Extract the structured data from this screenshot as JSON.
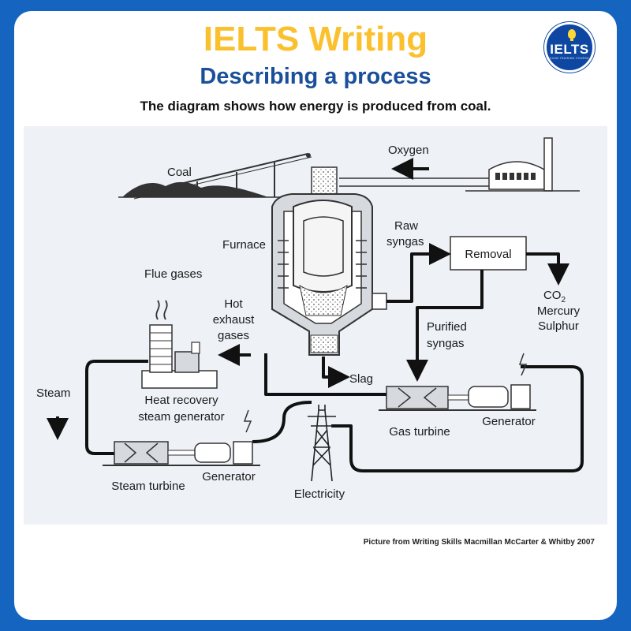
{
  "header": {
    "title": "IELTS Writing",
    "subtitle": "Describing a process",
    "description": "The diagram shows how energy is produced from coal."
  },
  "logo": {
    "text": "IELTS",
    "tagline": "EXAM TRAINING COURSE"
  },
  "diagram": {
    "labels": {
      "coal": "Coal",
      "oxygen": "Oxygen",
      "furnace": "Furnace",
      "raw_syngas_1": "Raw",
      "raw_syngas_2": "syngas",
      "removal": "Removal",
      "co2_main": "CO",
      "co2_sub": "2",
      "mercury": "Mercury",
      "sulphur": "Sulphur",
      "flue_gases": "Flue gases",
      "hot_1": "Hot",
      "hot_2": "exhaust",
      "hot_3": "gases",
      "purified_1": "Purified",
      "purified_2": "syngas",
      "slag": "Slag",
      "steam": "Steam",
      "hrsg_1": "Heat recovery",
      "hrsg_2": "steam generator",
      "gas_turbine": "Gas turbine",
      "generator_right": "Generator",
      "steam_turbine": "Steam turbine",
      "generator_left": "Generator",
      "electricity": "Electricity"
    }
  },
  "credit": "Picture from Writing Skills Macmillan McCarter & Whitby 2007",
  "colors": {
    "background": "#1565c0",
    "title": "#fbc02d",
    "subtitle": "#1a4f9a",
    "diagram_bg": "#eef2f7"
  }
}
